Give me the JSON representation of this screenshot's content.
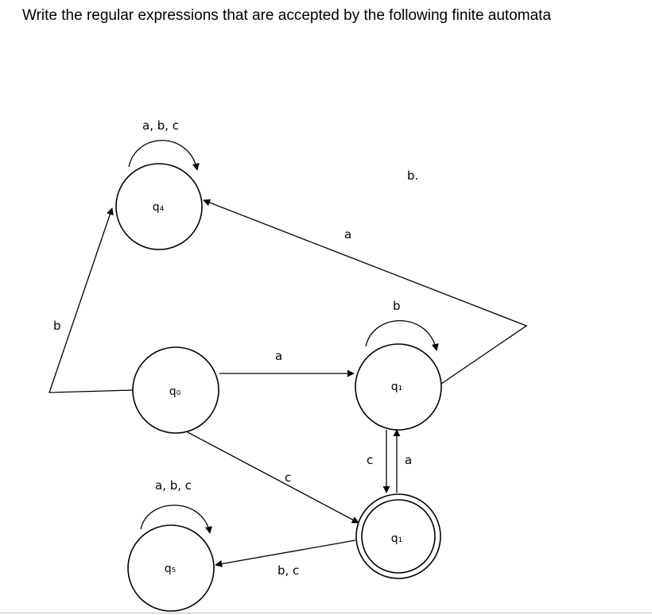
{
  "question": "Write the regular expressions that are accepted by the following finite automata",
  "part_label": "b.",
  "states": {
    "q4": "q₄",
    "q0": "q₀",
    "q1_upper": "q₁",
    "q1_accept": "q₁",
    "q5": "q₅"
  },
  "edge_labels": {
    "q4_self": "a, b, c",
    "q1_to_q4": "a",
    "q1_self": "b",
    "q0_to_q4": "b",
    "q0_to_q1": "a",
    "q0_to_q1_accept": "c",
    "q1_down": "c",
    "q1_up": "a",
    "q5_self": "a, b, c",
    "q1_accept_to_q5": "b, c"
  }
}
